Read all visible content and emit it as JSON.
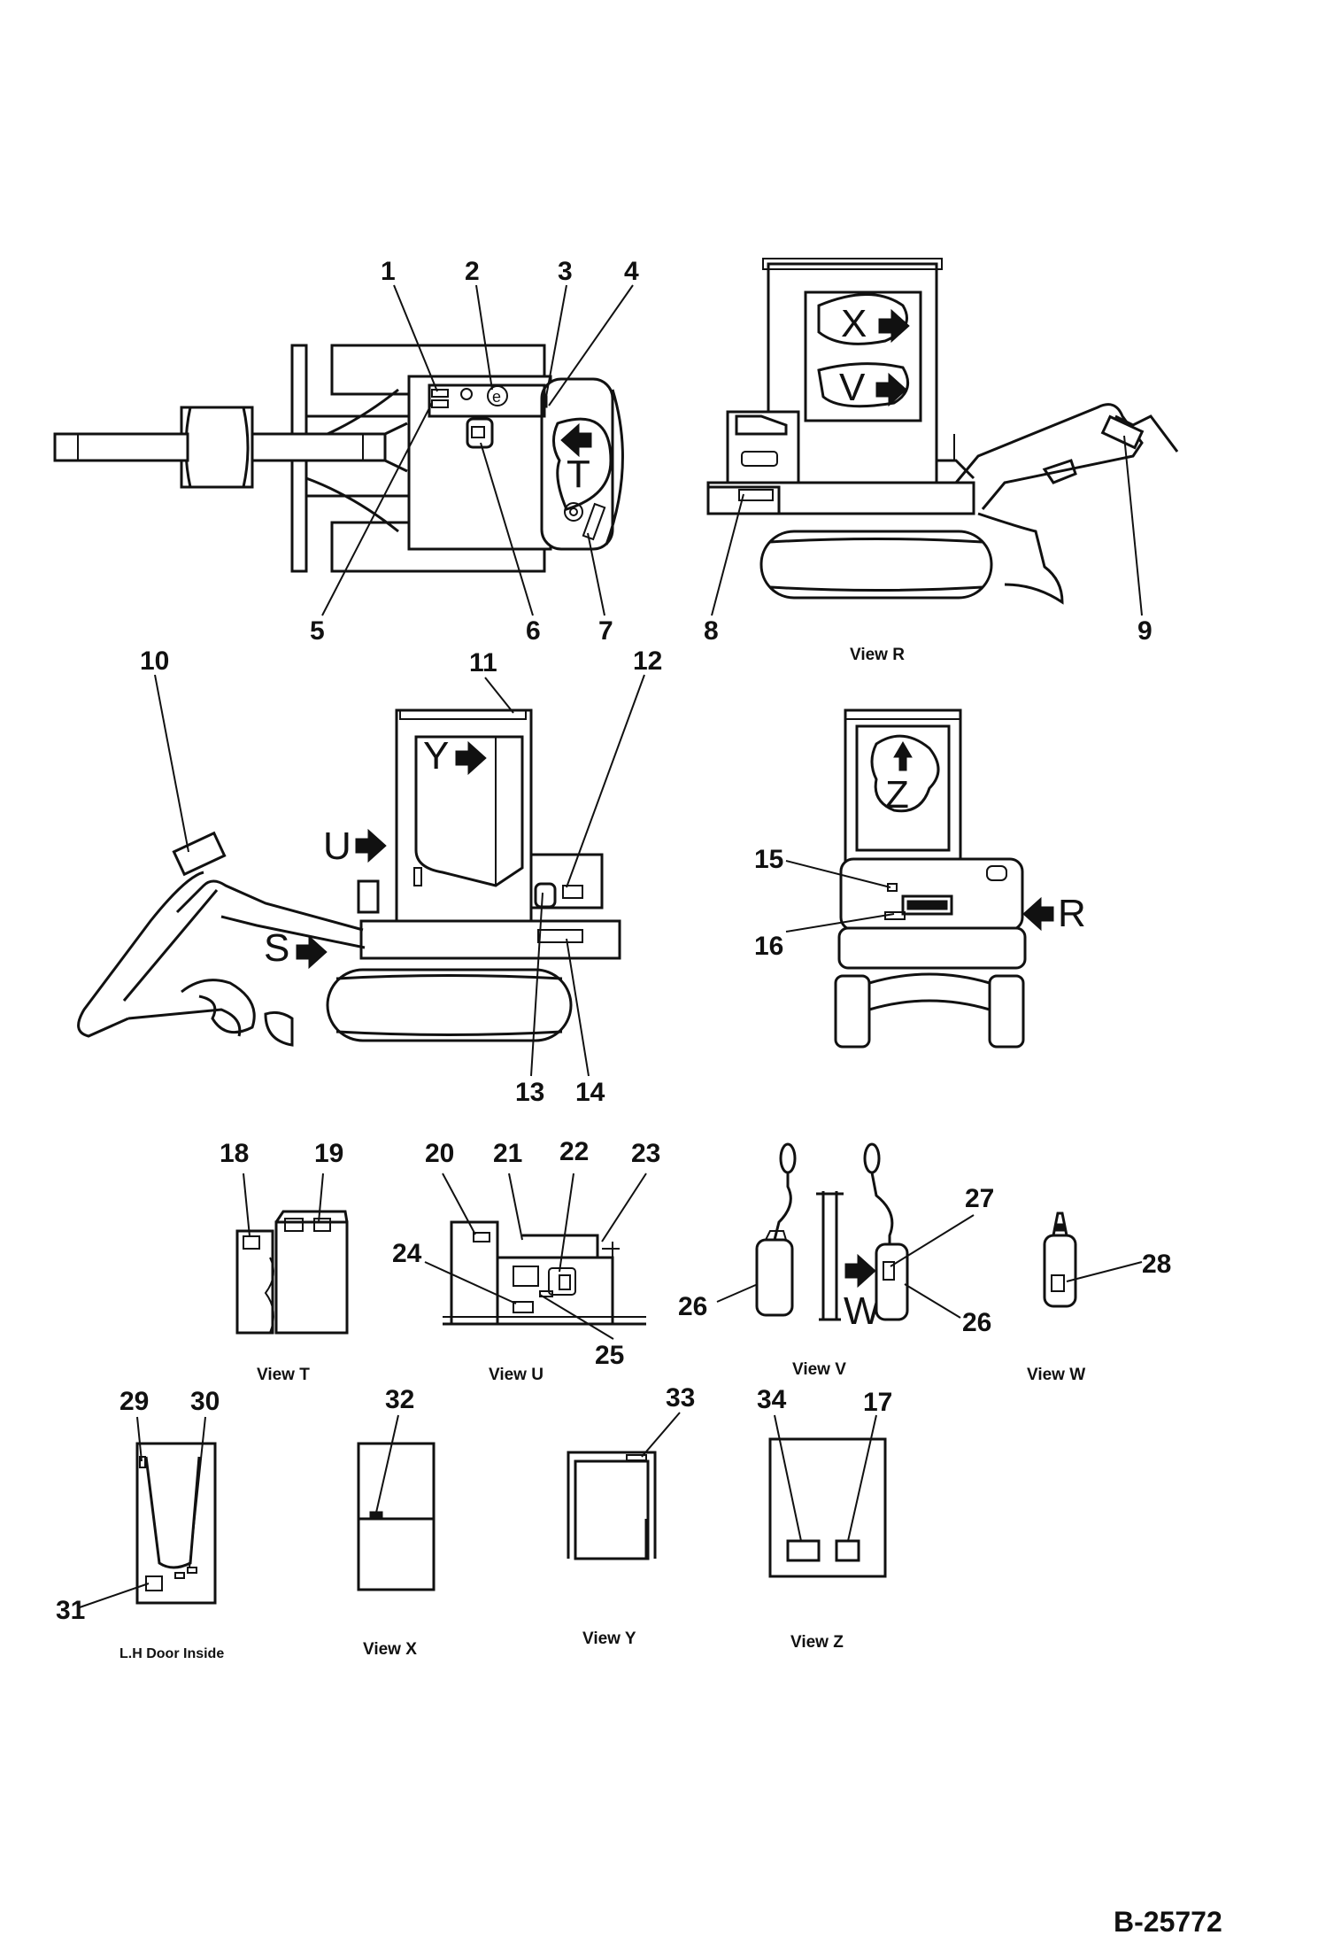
{
  "drawing_number": "B-25772",
  "callouts": [
    "1",
    "2",
    "3",
    "4",
    "5",
    "6",
    "7",
    "8",
    "9",
    "10",
    "11",
    "12",
    "13",
    "14",
    "15",
    "16",
    "17",
    "18",
    "19",
    "20",
    "21",
    "22",
    "23",
    "24",
    "25",
    "26",
    "26",
    "27",
    "28",
    "29",
    "30",
    "31",
    "32",
    "33",
    "34"
  ],
  "view_letters": {
    "t": "T",
    "x": "X",
    "v": "V",
    "y": "Y",
    "u": "U",
    "s": "S",
    "z": "Z",
    "r": "R",
    "w": "W"
  },
  "view_captions": {
    "r": "View  R",
    "t": "View  T",
    "u": "View  U",
    "v": "View  V",
    "w": "View  W",
    "x": "View  X",
    "y": "View  Y",
    "z": "View  Z",
    "door": "L.H Door  Inside"
  }
}
